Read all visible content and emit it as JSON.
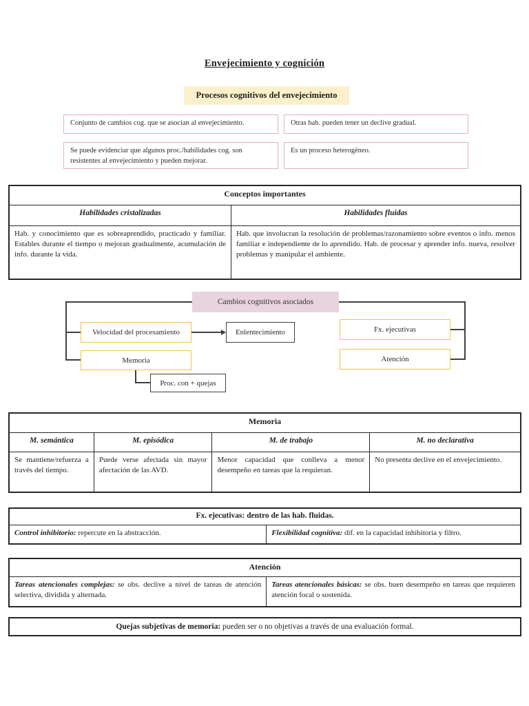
{
  "page": {
    "title": "Envejecimiento y cognición",
    "banner": "Procesos cognitivos del envejecimiento"
  },
  "intro_boxes": [
    {
      "text": "Conjunto de cambios cog. que se asocian al envejecimiento."
    },
    {
      "text": "Otras hab. pueden tener un declive gradual."
    },
    {
      "text": "Se puede evidenciar que algunos proc./habilidades cog. son resistentes al envejecimiento y pueden mejorar."
    },
    {
      "text": "Es un proceso heterogéneo."
    }
  ],
  "conceptos_table": {
    "title": "Conceptos importantes",
    "columns": [
      "Habilidades cristalizadas",
      "Habilidades fluidas"
    ],
    "cells": [
      "Hab. y conocimiento que es sobreaprendido, practicado y familiar.  Estables durante el tiempo o mejoran gradualmente, acumulación de info. durante la vida.",
      "Hab. que involucran la resolución de problemas/razonamiento sobre eventos o info. menos familiar e independiente de lo aprendido. Hab. de procesar y aprender info. nueva, resolver problemas y manipular el ambiente."
    ]
  },
  "flowchart": {
    "root": "Cambios cognitivos asociados",
    "nodes": {
      "velocidad": "Velocidad del procesamiento",
      "enlentecimiento": "Enlentecimiento",
      "memoria": "Memoria",
      "proc_quejas": "Proc. con + quejas",
      "fx": "Fx. ejecutivas",
      "atencion": "Atención"
    }
  },
  "memoria_table": {
    "title": "Memoria",
    "columns": [
      "M. semántica",
      "M. episódica",
      "M. de trabajo",
      "M. no declarativa"
    ],
    "cells": [
      "Se mantiene/refuerza a través del tiempo.",
      "Puede verse afectada sin mayor afectación de las AVD.",
      "Menor capacidad que conlleva a menor desempeño en tareas que la requieran.",
      "No presenta declive en el envejecimiento."
    ]
  },
  "fx_table": {
    "title_label": "Fx. ejecutivas:",
    "title_text": " dentro de las hab. fluidas.",
    "cells": [
      {
        "label": "Control inhibitorio:",
        "text": " repercute en la abstracción."
      },
      {
        "label": "Flexibilidad cognitiva:",
        "text": " dif. en la capacidad inhibitoria y filtro."
      }
    ]
  },
  "atencion_table": {
    "title": "Atención",
    "cells": [
      {
        "label": "Tareas atencionales complejas:",
        "text": " se obs. declive a nivel de tareas de atención selectiva, dividida y alternada."
      },
      {
        "label": "Tareas atencionales básicas:",
        "text": " se obs. buen desempeño en tareas que requieren atención focal o sostenida."
      }
    ]
  },
  "quejas_box": {
    "label": "Quejas subjetivas de memoria:",
    "text": " pueden ser o no objetivas a través de una evaluación formal."
  },
  "colors": {
    "banner_yellow": "#fbf0cb",
    "root_pink": "#e9d3df",
    "node_border_gold": "#efc24d",
    "intro_border_rose": "#dfb2b6",
    "line_dark": "#3f3f3f",
    "table_border": "#262626"
  }
}
